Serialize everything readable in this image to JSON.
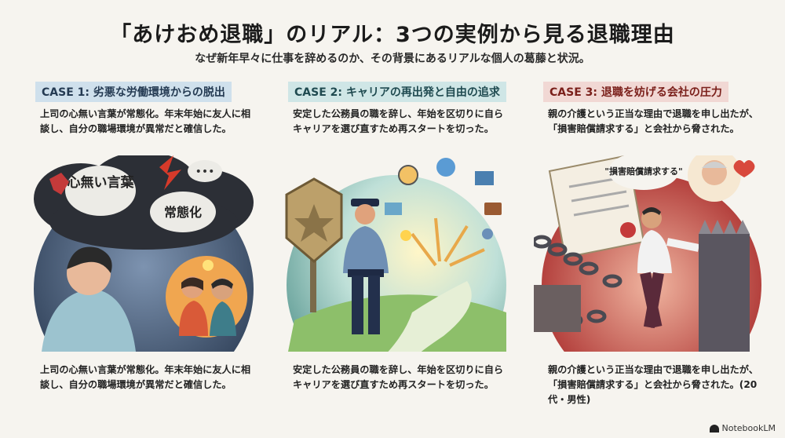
{
  "header": {
    "title": "「あけおめ退職」のリアル：3つの実例から見る退職理由",
    "subtitle": "なぜ新年早々に仕事を辞めるのか、その背景にあるリアルな個人の葛藤と状況。"
  },
  "cases": [
    {
      "label": "CASE 1: 劣悪な労働環境からの脱出",
      "top_text": "上司の心無い言葉が常態化。年末年始に友人に相談し、自分の職場環境が異常だと確信した。",
      "bubble1": "心無い言葉",
      "bubble2": "常態化",
      "bottom_text": "上司の心無い言葉が常態化。年末年始に友人に相談し、自分の職場環境が異常だと確信した。"
    },
    {
      "label": "CASE 2: キャリアの再出発と自由の追求",
      "top_text": "安定した公務員の職を辞し、年始を区切りに自らキャリアを選び直すため再スタートを切った。",
      "bottom_text": "安定した公務員の職を辞し、年始を区切りに自らキャリアを選び直すため再スタートを切った。"
    },
    {
      "label": "CASE 3: 退職を妨げる会社の圧力",
      "top_text": "親の介護という正当な理由で退職を申し出たが、「損害賠償請求する」と会社から脅された。",
      "bubble": "\"損害賠償請求する\"",
      "bottom_text": "親の介護という正当な理由で退職を申し出たが、「損害賠償請求する」と会社から脅された。(20代・男性)"
    }
  ],
  "footer": {
    "logo": "NotebookLM"
  },
  "colors": {
    "case1": "#cfe0ec",
    "case2": "#cfe6e6",
    "case3": "#f1d8d4"
  }
}
